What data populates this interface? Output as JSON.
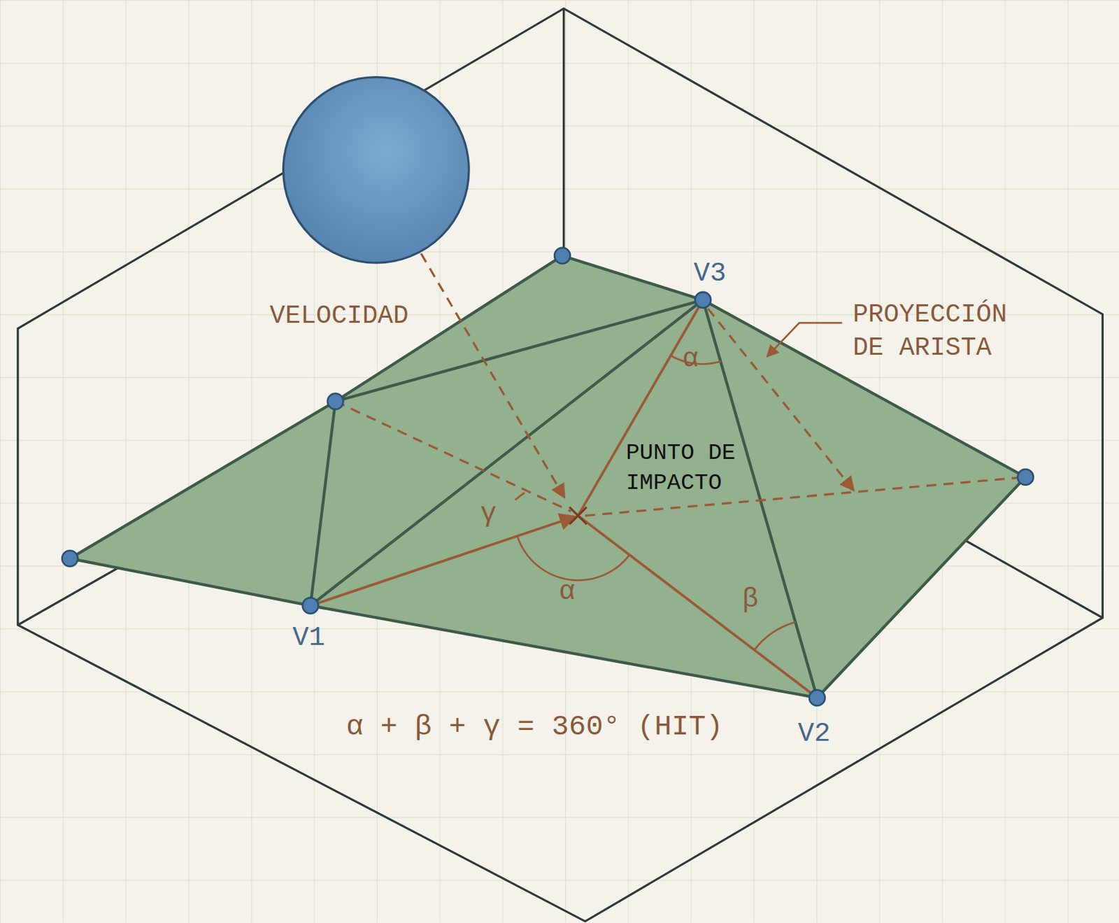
{
  "diagram": {
    "labels": [
      "V3",
      "VELOCIDAD",
      "PROYECCIÓN DE ARISTA",
      "α",
      "PUNTO DE IMPACTO",
      "γ",
      "α",
      "β",
      "V1",
      "V2",
      "α + β + γ = 360° (HIT)"
    ]
  }
}
